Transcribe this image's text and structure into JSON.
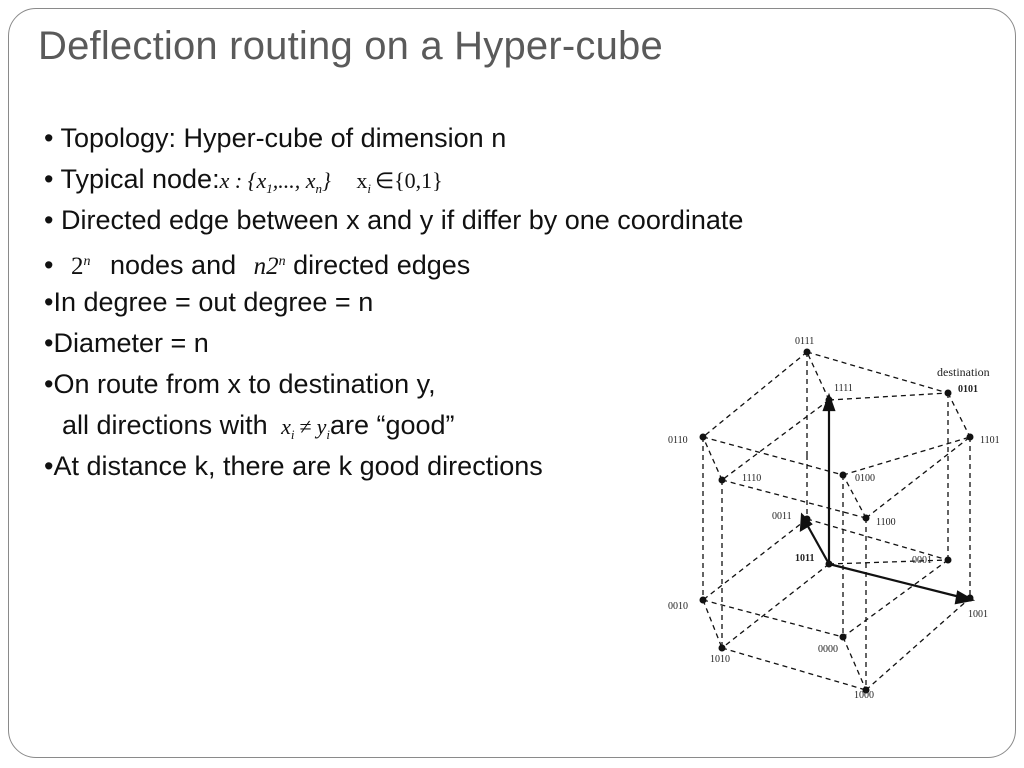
{
  "title": "Deflection routing on a Hyper-cube",
  "bullets": {
    "b1": "• Topology: Hyper-cube of dimension n",
    "b2_text": "• Typical node:",
    "b2_math1": "x : {x",
    "b2_sub1": "1",
    "b2_math2": ",..., x",
    "b2_sub2": "n",
    "b2_math3": "}",
    "b2_math4": "x",
    "b2_sub3": "i",
    "b2_math5": "∈{0,1}",
    "b3": "• Directed edge between x and y if differ by one coordinate",
    "b4_bullet": "•",
    "b4_math1_base": "2",
    "b4_math1_sup": "n",
    "b4_text1": "nodes and",
    "b4_math2_base": "n2",
    "b4_math2_sup": "n",
    "b4_text2": "directed edges",
    "b5": "•In degree = out degree = n",
    "b6": "•Diameter = n",
    "b7": "•On route from x to destination y,",
    "b8_text1": "all directions with",
    "b8_math1": "x",
    "b8_sub1": "i",
    "b8_neq": "≠",
    "b8_math2": "y",
    "b8_sub2": "i",
    "b8_text2": "are “good”",
    "b9": "•At distance k, there are k good directions"
  },
  "figure": {
    "destination_label": "destination",
    "nodes": {
      "n0111": "0111",
      "n1111": "1111",
      "n0101": "0101",
      "n0110": "0110",
      "n1101": "1101",
      "n1110": "1110",
      "n0100": "0100",
      "n0011": "0011",
      "n1100": "1100",
      "n1011": "1011",
      "n0001": "0001",
      "n0010": "0010",
      "n1001": "1001",
      "n0000": "0000",
      "n1010": "1010",
      "n1000": "1000"
    }
  }
}
